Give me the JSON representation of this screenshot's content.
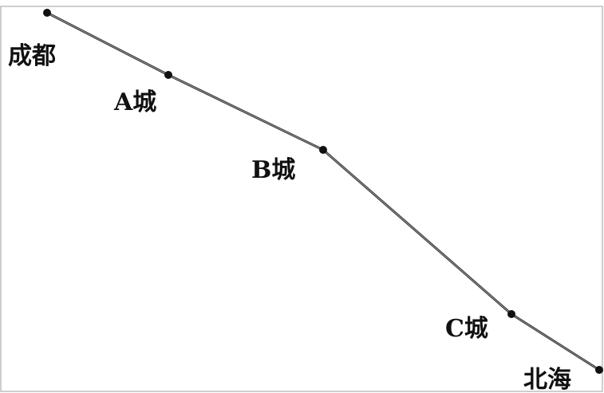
{
  "diagram": {
    "stations": [
      {
        "id": "chengdu",
        "label": "成都"
      },
      {
        "id": "a",
        "label": "A城"
      },
      {
        "id": "b",
        "label": "B城"
      },
      {
        "id": "c",
        "label": "C城"
      },
      {
        "id": "beihai",
        "label": "北海"
      }
    ]
  }
}
